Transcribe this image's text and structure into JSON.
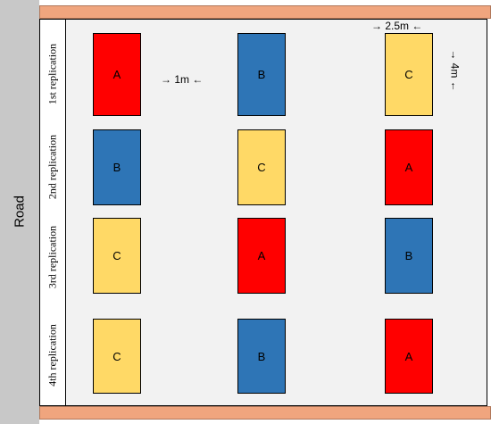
{
  "road": {
    "label": "Road"
  },
  "replications": [
    {
      "label": "1st replication"
    },
    {
      "label": "2nd replication"
    },
    {
      "label": "3rd replication"
    },
    {
      "label": "4th replication"
    }
  ],
  "plot_colors": {
    "A": "#ff0000",
    "B": "#2e75b6",
    "C": "#ffd966"
  },
  "plots": [
    [
      "A",
      "B",
      "C"
    ],
    [
      "B",
      "C",
      "A"
    ],
    [
      "C",
      "A",
      "B"
    ],
    [
      "C",
      "B",
      "A"
    ]
  ],
  "dimensions": {
    "spacing": "→  1m  ←",
    "width": "→ 2.5m ←",
    "length": "→ 4m ←"
  }
}
